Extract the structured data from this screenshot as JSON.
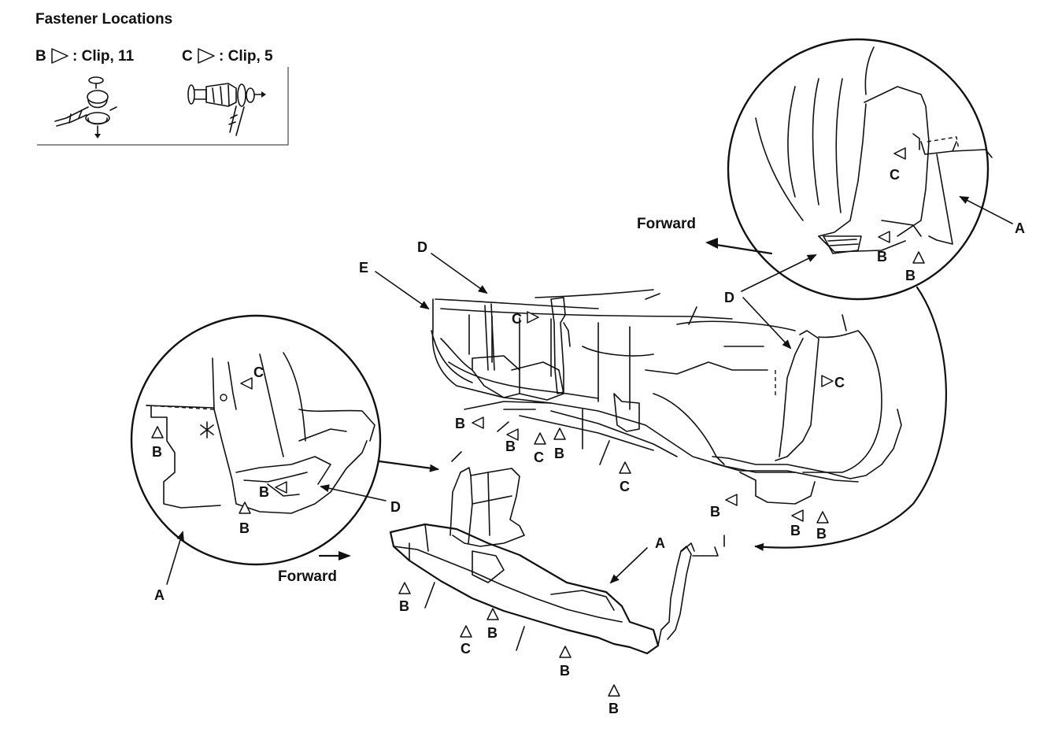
{
  "title": "Fastener Locations",
  "legend": {
    "b_text": ": Clip, 11",
    "c_text": ": Clip, 5",
    "b_letter": "B",
    "c_letter": "C"
  },
  "parts": {
    "a": "A",
    "b": "B",
    "c": "C",
    "d": "D",
    "e": "E"
  },
  "forward": "Forward",
  "colors": {
    "ink": "#111111",
    "paper": "#ffffff"
  }
}
